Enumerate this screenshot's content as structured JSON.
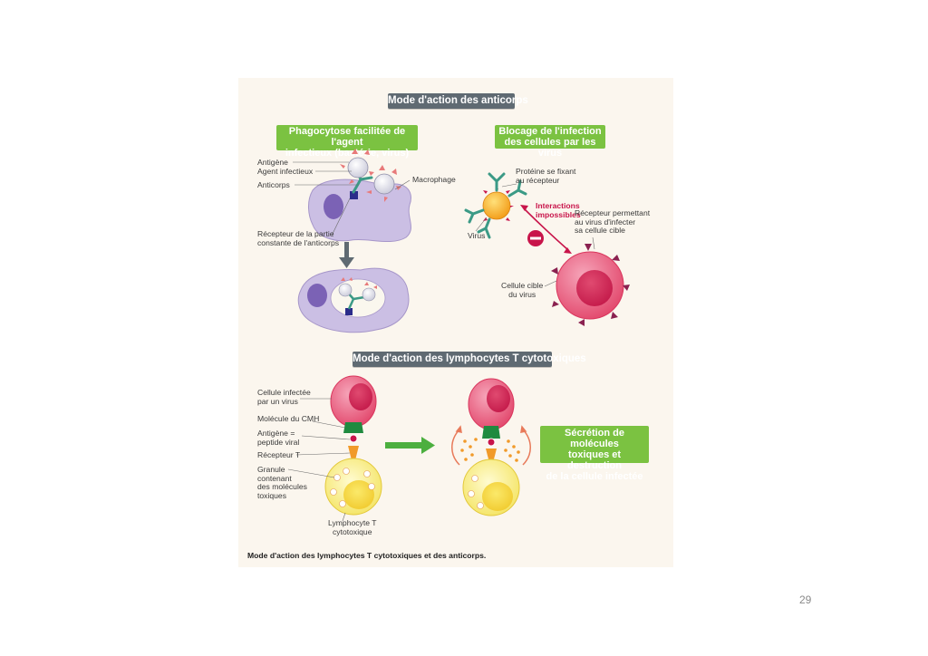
{
  "titles": {
    "antibodies": "Mode d'action des anticorps",
    "phagocytosis_line1": "Phagocytose facilitée de l'agent",
    "phagocytosis_line2": "infectieux (bactérie, virus)",
    "blocking_line1": "Blocage de l'infection",
    "blocking_line2": "des cellules par les virus",
    "lymphocytes": "Mode d'action des lymphocytes T cytotoxiques",
    "secretion_line1": "Sécrétion de molécules",
    "secretion_line2": "toxiques et destruction",
    "secretion_line3": "de la cellule infectée"
  },
  "labels": {
    "antigene": "Antigène",
    "agent_infectieux": "Agent infectieux",
    "anticorps": "Anticorps",
    "macrophage": "Macrophage",
    "recepteur_partie_1": "Récepteur de la partie",
    "recepteur_partie_2": "constante de l'anticorps",
    "proteine_1": "Protéine se fixant",
    "proteine_2": "au récepteur",
    "interactions_1": "Interactions",
    "interactions_2": "impossibles",
    "virus": "Virus",
    "recepteur_permettant_1": "Récepteur permettant",
    "recepteur_permettant_2": "au virus d'infecter",
    "recepteur_permettant_3": "sa cellule cible",
    "cellule_cible_1": "Cellule cible",
    "cellule_cible_2": "du virus",
    "cellule_infectee_1": "Cellule infectée",
    "cellule_infectee_2": "par un virus",
    "molecule_cmh": "Molécule du CMH",
    "antigene_peptide_1": "Antigène =",
    "antigene_peptide_2": "peptide viral",
    "recepteur_t": "Récepteur T",
    "granule_1": "Granule",
    "granule_2": "contenant",
    "granule_3": "des molécules",
    "granule_4": "toxiques",
    "lymphocyte_1": "Lymphocyte T",
    "lymphocyte_2": "cytotoxique"
  },
  "caption": "Mode d'action des lymphocytes T cytotoxiques et des anticorps.",
  "page_number": "29",
  "colors": {
    "green_box": "#7bc241",
    "dark_box": "#5f6a72",
    "macrophage": "#c9bde3",
    "infected_cell": "#e84a6e",
    "lymphocyte": "#f6ea6a",
    "virus": "#f7a71c",
    "antibody": "#3b9a86"
  }
}
